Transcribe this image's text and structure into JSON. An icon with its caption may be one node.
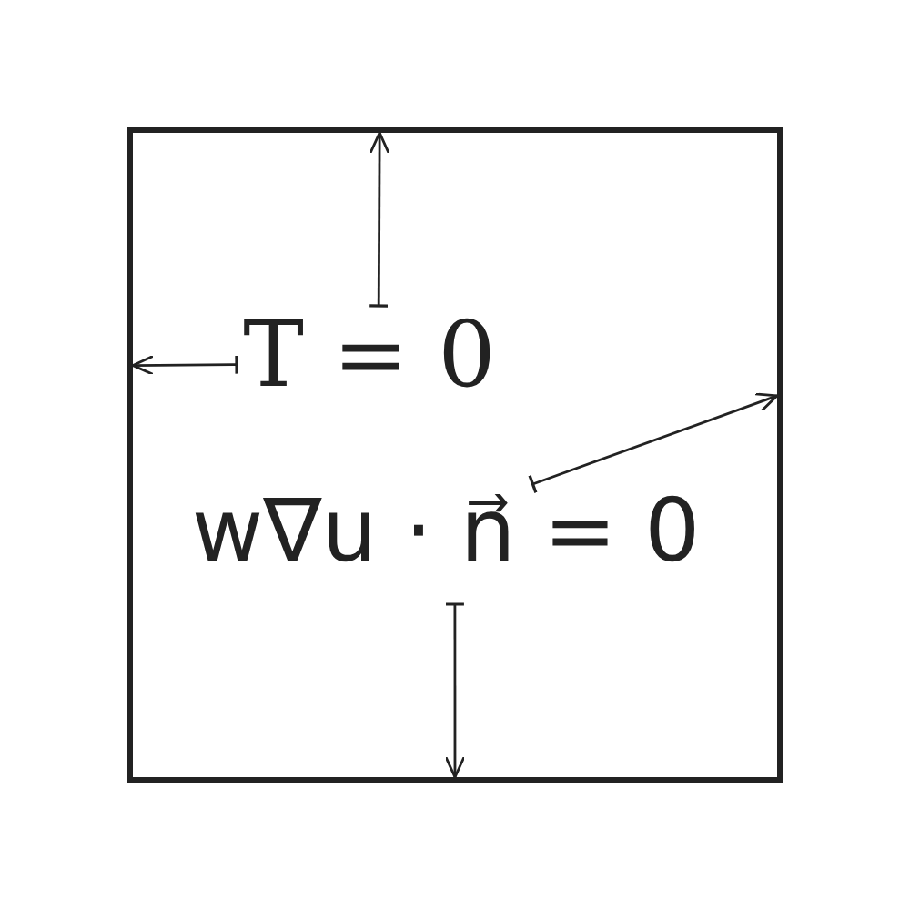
{
  "diagram": {
    "nodes": [
      {
        "text": [],
        "shape": "box"
      },
      {
        "text": [
          "T = 0"
        ],
        "in": 0
      },
      {
        "text": [
          "w∇u · n⃗ = 0"
        ],
        "in": 0
      }
    ],
    "edges": [
      {
        "from": 1,
        "to": 0,
        "arrow": "to"
      },
      {
        "from": 1,
        "to": 0,
        "arrow": "to"
      },
      {
        "from": 2,
        "to": 0,
        "arrow": "to"
      },
      {
        "from": 2,
        "to": 0,
        "arrow": "to"
      }
    ]
  }
}
